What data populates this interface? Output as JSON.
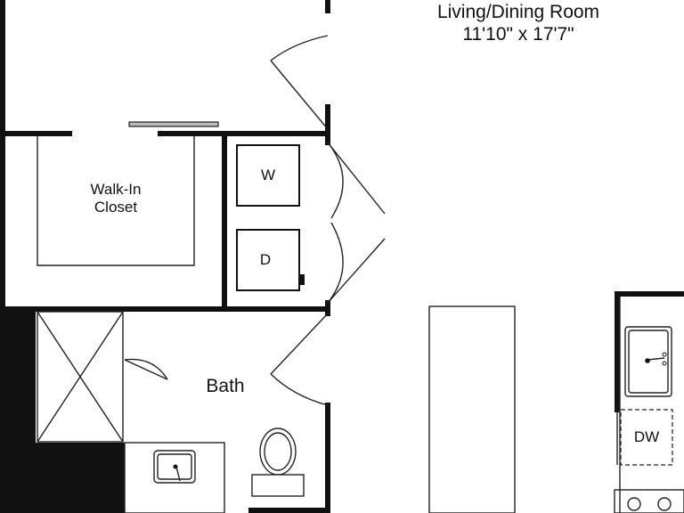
{
  "rooms": {
    "living_dining": {
      "name": "Living/Dining Room",
      "dimensions": "11'10\" x 17'7\""
    },
    "walk_in_closet": {
      "line1": "Walk-In",
      "line2": "Closet"
    },
    "bath": {
      "name": "Bath"
    }
  },
  "appliances": {
    "washer": "W",
    "dryer": "D",
    "dishwasher": "DW"
  },
  "colors": {
    "wall": "#111111",
    "line": "#222222",
    "fill": "#ffffff",
    "rail": "#bbbbbb"
  }
}
